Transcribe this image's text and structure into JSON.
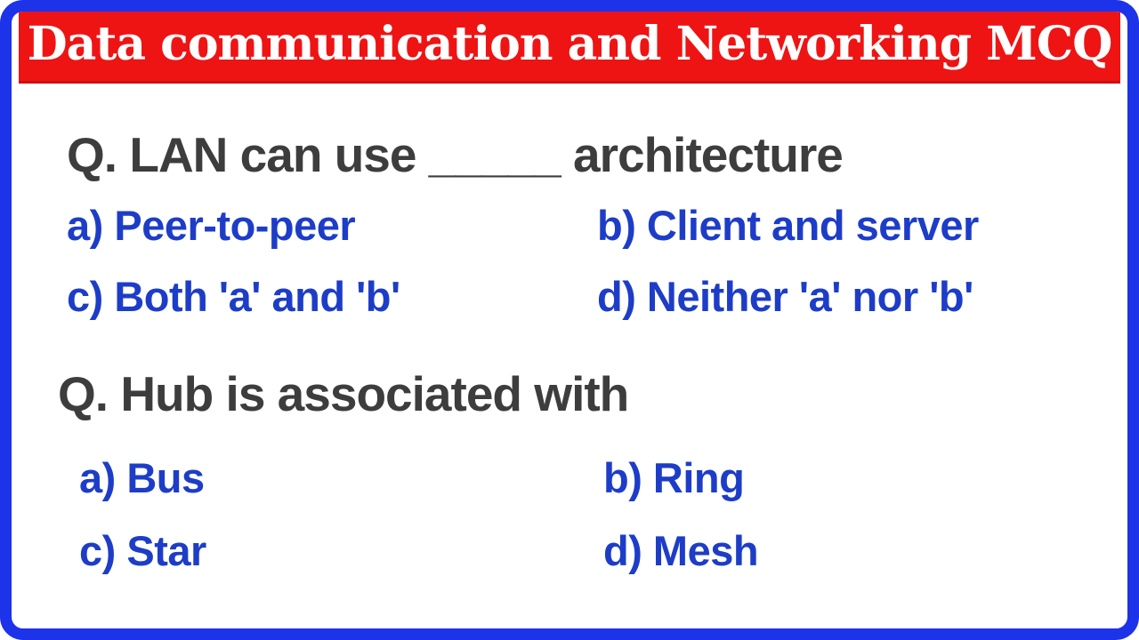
{
  "frame": {
    "border_color": "#1c33ea",
    "background": "#ffffff"
  },
  "banner": {
    "title": "Data communication and Networking MCQ",
    "bg_color": "#ee1414",
    "text_color": "#ffffff"
  },
  "colors": {
    "question_text": "#3d3d3d",
    "option_text": "#1d3dc8"
  },
  "questions": [
    {
      "text": "Q. LAN can use _____ architecture",
      "options": [
        {
          "id": "a",
          "label": "a) Peer-to-peer"
        },
        {
          "id": "b",
          "label": "b) Client and server"
        },
        {
          "id": "c",
          "label": "c) Both 'a' and 'b'"
        },
        {
          "id": "d",
          "label": "d) Neither 'a' nor 'b'"
        }
      ]
    },
    {
      "text": "Q. Hub is associated with",
      "options": [
        {
          "id": "a",
          "label": "a) Bus"
        },
        {
          "id": "b",
          "label": "b) Ring"
        },
        {
          "id": "c",
          "label": "c) Star"
        },
        {
          "id": "d",
          "label": "d) Mesh"
        }
      ]
    }
  ]
}
